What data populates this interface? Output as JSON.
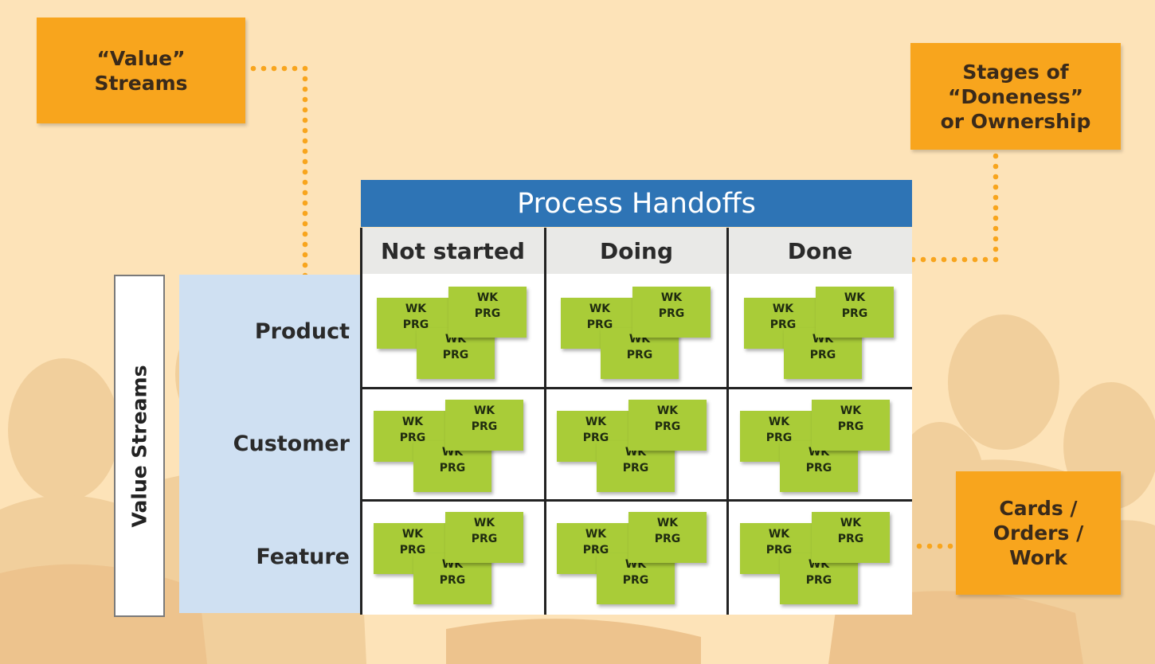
{
  "callouts": {
    "value_streams": "“Value”\nStreams",
    "stages": "Stages of\n“Doneness”\nor Ownership",
    "cards": "Cards /\nOrders /\nWork"
  },
  "board": {
    "title": "Process Handoffs",
    "columns": [
      "Not started",
      "Doing",
      "Done"
    ],
    "rows": [
      "Product",
      "Customer",
      "Feature"
    ],
    "side_label": "Value Streams"
  },
  "card": {
    "line1": "WK",
    "line2": "PRG"
  },
  "colors": {
    "background": "#fde3b8",
    "callout": "#f8a51d",
    "header_blue": "#2e74b5",
    "row_blue": "#cfe0f2",
    "card_green": "#a9cc38",
    "dots": "#f8a51d"
  }
}
